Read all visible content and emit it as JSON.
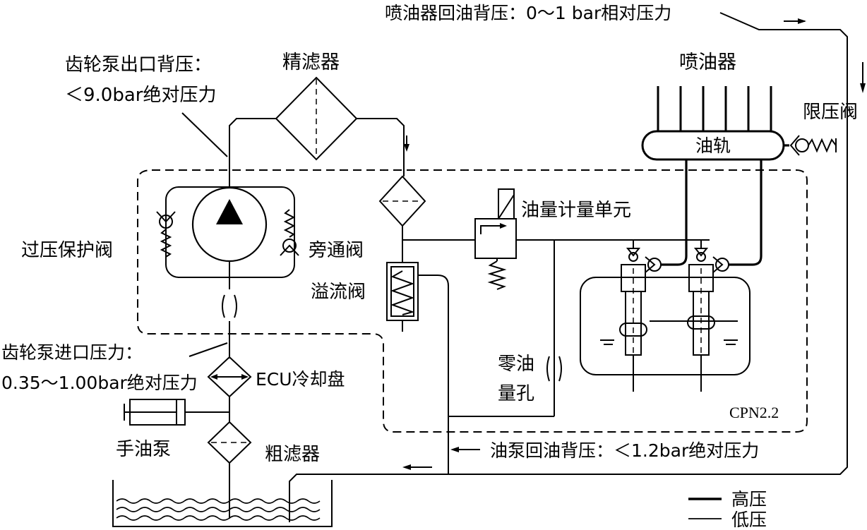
{
  "labels": {
    "injector_return": "喷油器回油背压：0～1 bar相对压力",
    "fine_filter": "精滤器",
    "gear_pump_outlet_1": "齿轮泵出口背压：",
    "gear_pump_outlet_2": "＜9.0bar绝对压力",
    "injector": "喷油器",
    "pressure_limit_valve": "限压阀",
    "rail": "油轨",
    "metering_unit": "油量计量单元",
    "overpressure_valve": "过压保护阀",
    "bypass_valve": "旁通阀",
    "overflow_valve": "溢流阀",
    "gear_pump_inlet_1": "齿轮泵进口压力：",
    "gear_pump_inlet_2": "0.35～1.00bar绝对压力",
    "ecu_cooling": "ECU冷却盘",
    "zero_orifice_1": "零油",
    "zero_orifice_2": "量孔",
    "pump_model": "CPN2.2",
    "hand_pump": "手油泵",
    "coarse_filter": "粗滤器",
    "pump_return": "油泵回油背压：＜1.2bar绝对压力",
    "legend_high": "高压",
    "legend_low": "低压"
  },
  "icons": {
    "filter": "filter-diamond",
    "pump": "pump-triangle",
    "valve": "check-valve-ball-spring",
    "tank": "fuel-tank-waves"
  }
}
